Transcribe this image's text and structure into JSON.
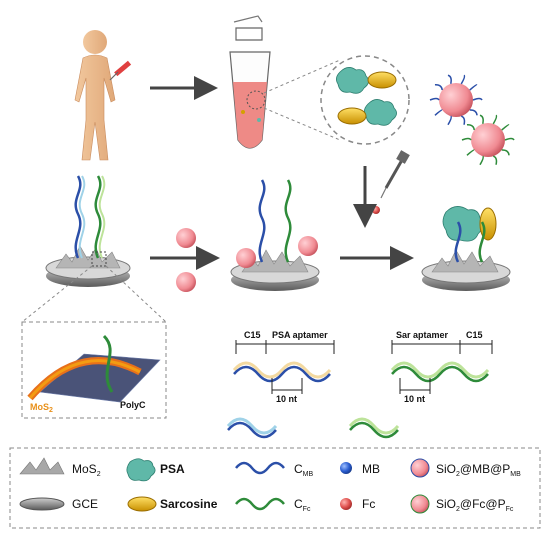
{
  "figure": {
    "mos2_inset": {
      "mos2_label": "MoS",
      "mos2_sub": "2",
      "polyc_label": "PolyC",
      "colors": {
        "mos2": "#f39c12",
        "polyc": "#e8701a"
      }
    },
    "aptamer_schemes": {
      "left": {
        "segment_a": "C15",
        "segment_b": "PSA aptamer",
        "spacing": "10 nt"
      },
      "right": {
        "segment_a": "Sar aptamer",
        "segment_b": "C15",
        "spacing": "10 nt"
      }
    },
    "legend": {
      "mos2": {
        "label": "MoS",
        "sub": "2",
        "icon": "mos2-flake-icon"
      },
      "gce": {
        "label": "GCE",
        "icon": "electrode-disk-icon"
      },
      "psa": {
        "label": "PSA",
        "icon": "psa-protein-icon"
      },
      "sarcosine": {
        "label": "Sarcosine",
        "icon": "sarcosine-disk-icon"
      },
      "cmb": {
        "label": "C",
        "sub": "MB",
        "icon": "blue-dna-strand-icon"
      },
      "cfc": {
        "label": "C",
        "sub": "Fc",
        "icon": "green-dna-strand-icon"
      },
      "mb": {
        "label": "MB",
        "icon": "blue-sphere-icon"
      },
      "fc": {
        "label": "Fc",
        "icon": "red-sphere-icon"
      },
      "sio2_mb": {
        "label": "SiO",
        "sub1": "2",
        "mid": "@MB@P",
        "sub2": "MB",
        "icon": "sio2-mb-nanoparticle-icon"
      },
      "sio2_fc": {
        "label": "SiO",
        "sub1": "2",
        "mid": "@Fc@P",
        "sub2": "Fc",
        "icon": "sio2-fc-nanoparticle-icon"
      }
    },
    "colors": {
      "blue_strand": "#2b4fa8",
      "green_strand": "#2e8b3a",
      "red_sphere": "#e0524f",
      "blue_sphere": "#2a5dd0",
      "protein": "#5fb8a8",
      "sarcosine": "#e8b400",
      "arrow": "#444444"
    }
  }
}
